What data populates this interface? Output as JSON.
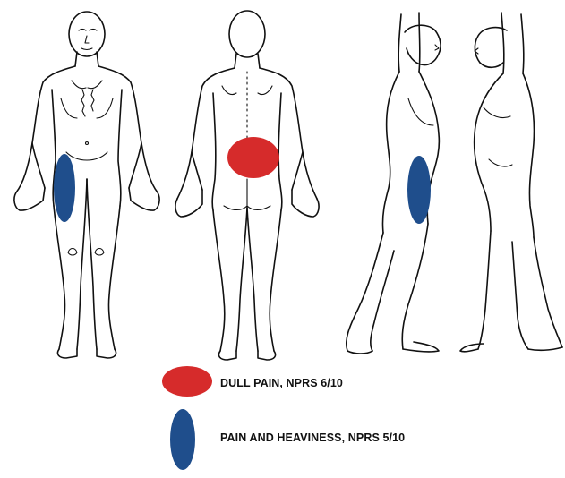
{
  "figure": {
    "views": [
      "front",
      "back",
      "left-side",
      "right-side"
    ],
    "marked_areas": [
      {
        "view": "front",
        "region": "right anterior thigh",
        "symbol": "blue-oval"
      },
      {
        "view": "back",
        "region": "lumbar / low back",
        "symbol": "red-oval"
      },
      {
        "view": "left-side",
        "region": "lateral hip / thigh",
        "symbol": "blue-oval"
      }
    ]
  },
  "legend": {
    "items": [
      {
        "symbol": "red-oval",
        "color": "#d62b2b",
        "label": "DULL PAIN, NPRS 6/10"
      },
      {
        "symbol": "blue-oval",
        "color": "#1f4e8c",
        "label": "PAIN AND HEAVINESS, NPRS 5/10"
      }
    ]
  }
}
